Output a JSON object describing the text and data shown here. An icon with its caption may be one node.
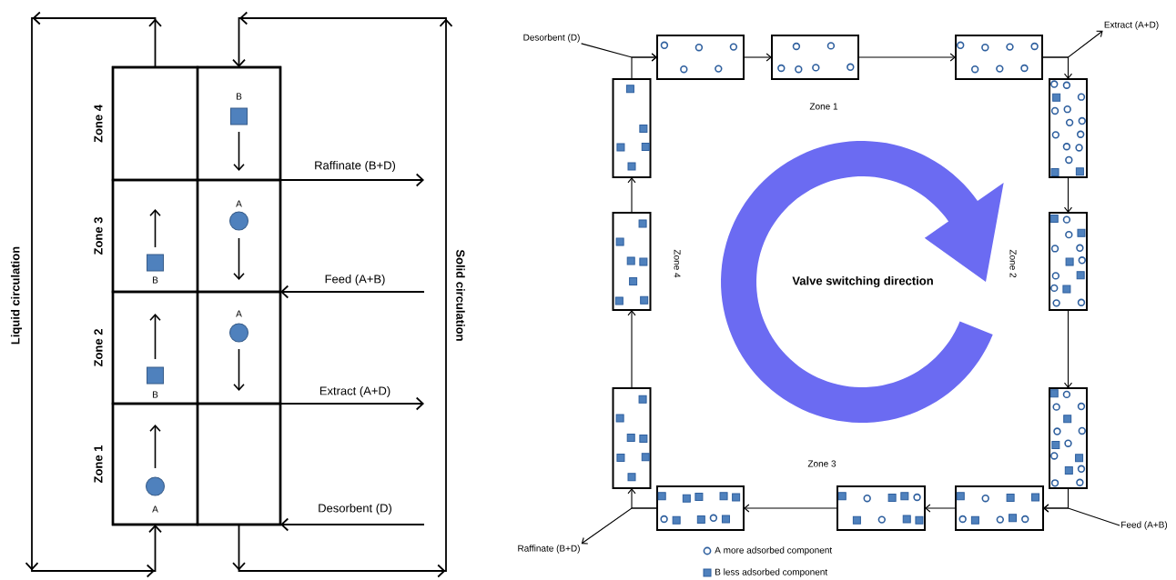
{
  "diagram": {
    "nodes": [
      {
        "text": [],
        "shape": "box"
      },
      {
        "text": [],
        "shape": "box",
        "in": 0,
        "beside": [
          "Zone 4"
        ]
      },
      {
        "text": [
          "B"
        ],
        "in": 0
      },
      {
        "text": [
          "B"
        ],
        "in": 0,
        "beside": [
          "Zone 3"
        ]
      },
      {
        "text": [
          "A"
        ],
        "in": 0
      },
      {
        "text": [
          "B"
        ],
        "in": 0,
        "beside": [
          "Zone 2"
        ]
      },
      {
        "text": [
          "A"
        ],
        "in": 0
      },
      {
        "text": [
          "A"
        ],
        "in": 0,
        "beside": [
          "Zone 1"
        ]
      },
      {
        "text": [],
        "shape": "box",
        "in": 0
      },
      {
        "text": [
          "Desorbent (D)"
        ]
      },
      {
        "text": [
          "Extract (A+D)"
        ]
      },
      {
        "text": [],
        "shape": "box"
      },
      {
        "text": [],
        "shape": "box"
      },
      {
        "text": [],
        "shape": "box"
      },
      {
        "text": [],
        "shape": "box"
      },
      {
        "text": [],
        "shape": "box"
      },
      {
        "text": [],
        "shape": "box"
      },
      {
        "text": [],
        "shape": "box"
      },
      {
        "text": [],
        "shape": "box"
      },
      {
        "text": [],
        "shape": "box"
      },
      {
        "text": [],
        "shape": "box"
      },
      {
        "text": [],
        "shape": "box"
      },
      {
        "text": [],
        "shape": "box"
      },
      {
        "text": [
          "Raffinate (B+D)"
        ]
      },
      {
        "text": [
          "Feed (A+B)"
        ]
      }
    ],
    "edges": [
      {
        "from": 1,
        "to": 7,
        "arrow": "to",
        "label": "Liquid circulation"
      },
      {
        "from": 8,
        "to": 2,
        "arrow": "to",
        "label": "Solid circulation"
      },
      {
        "from": 0,
        "to": null,
        "arrow": "to",
        "label": "Raffinate (B+D)"
      },
      {
        "from": null,
        "to": 0,
        "arrow": "to",
        "label": "Feed (A+B)"
      },
      {
        "from": 0,
        "to": null,
        "arrow": "to",
        "label": "Extract (A+D)"
      },
      {
        "from": null,
        "to": 0,
        "arrow": "to",
        "label": "Desorbent (D)"
      },
      {
        "from": 9,
        "to": 11,
        "arrow": "to"
      },
      {
        "from": 11,
        "to": 12,
        "arrow": "to"
      },
      {
        "from": 12,
        "to": 13,
        "arrow": "to"
      },
      {
        "from": 13,
        "to": 14,
        "arrow": "to"
      },
      {
        "from": 13,
        "to": 10,
        "arrow": "to"
      },
      {
        "from": 14,
        "to": 15,
        "arrow": "to"
      },
      {
        "from": 15,
        "to": 16,
        "arrow": "to"
      },
      {
        "from": 16,
        "to": 17,
        "arrow": "to"
      },
      {
        "from": 24,
        "to": 17,
        "arrow": "to"
      },
      {
        "from": 17,
        "to": 18,
        "arrow": "to"
      },
      {
        "from": 18,
        "to": 19,
        "arrow": "to"
      },
      {
        "from": 19,
        "to": 20,
        "arrow": "to"
      },
      {
        "from": 19,
        "to": 23,
        "arrow": "to"
      },
      {
        "from": 20,
        "to": 21,
        "arrow": "to"
      },
      {
        "from": 21,
        "to": 22,
        "arrow": "to"
      },
      {
        "from": 22,
        "to": 11,
        "arrow": "to"
      }
    ],
    "labels": [
      "Zone 1",
      "Zone 4",
      "Valve switching direction",
      "Zone 2",
      "Zone 3"
    ],
    "legend": [
      {
        "text": "A more adsorbed component"
      },
      {
        "text": "B less adsorbed component"
      }
    ]
  }
}
